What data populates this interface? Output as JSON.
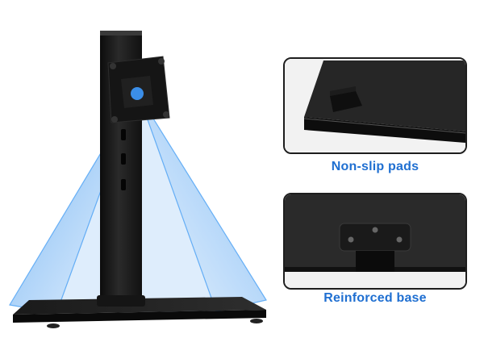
{
  "callouts": {
    "top_label": "Non-slip pads",
    "bottom_label": "Reinforced base"
  },
  "colors": {
    "caption": "#1f6fd1",
    "beam": "#4a9df0",
    "metal": "#1a1a1a",
    "frame": "#1e1e1e"
  },
  "icons": {
    "stand": "monitor-stand-illustration",
    "pad": "non-slip-pad-closeup",
    "plate": "reinforced-plate-closeup"
  }
}
